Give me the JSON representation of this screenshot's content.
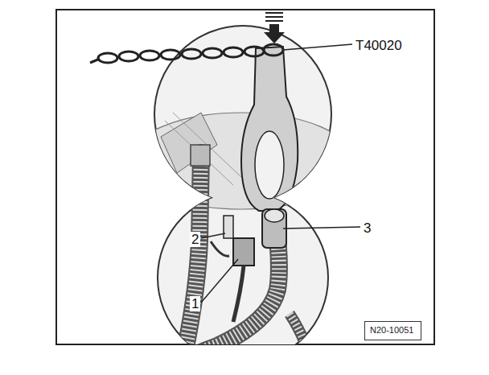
{
  "diagram": {
    "nodes": [
      {
        "text": [
          "N20-10051"
        ]
      }
    ],
    "labels": [
      "T40020",
      "2",
      "3",
      "1"
    ]
  }
}
